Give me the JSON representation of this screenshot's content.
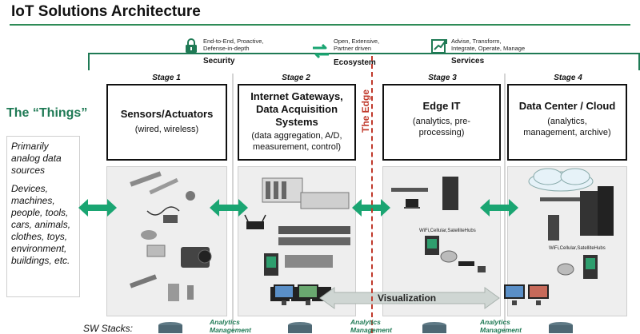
{
  "title": "IoT Solutions Architecture",
  "pillars": {
    "security": {
      "desc": [
        "End-to-End, Proactive,",
        "Defense-in-depth"
      ],
      "name": "Security",
      "icon": "padlock-icon"
    },
    "ecosystem": {
      "desc": [
        "Open, Extensive,",
        "Partner driven"
      ],
      "name": "Ecosystem",
      "icon": "handshake-arrows-icon"
    },
    "services": {
      "desc": [
        "Advise, Transform,",
        "Integrate, Operate, Manage"
      ],
      "name": "Services",
      "icon": "growth-chart-icon"
    }
  },
  "stages": [
    {
      "label": "Stage 1",
      "title_lines": [
        "Sensors/Actuators"
      ],
      "sub_lines": [
        "(wired, wireless)"
      ]
    },
    {
      "label": "Stage 2",
      "title_lines": [
        "Internet Gateways,",
        "Data Acquisition",
        "Systems"
      ],
      "sub_lines": [
        "(data aggregation, A/D,",
        "measurement, control)"
      ]
    },
    {
      "label": "Stage 3",
      "title_lines": [
        "Edge IT"
      ],
      "sub_lines": [
        "(analytics, pre-",
        "processing)"
      ]
    },
    {
      "label": "Stage 4",
      "title_lines": [
        "Data Center / Cloud"
      ],
      "sub_lines": [
        "(analytics,",
        "management, archive)"
      ]
    }
  ],
  "edge_label": "The Edge",
  "things": {
    "heading": "The “Things”",
    "lines": [
      "Primarily",
      "analog data",
      "sources",
      "",
      "Devices,",
      "machines,",
      "people, tools,",
      "cars, animals,",
      "clothes, toys,",
      "environment,",
      "buildings, etc."
    ]
  },
  "wifi_labels": [
    "WiFi,Cellular,SatelliteHubs",
    "WiFi,Cellular,SatelliteHubs"
  ],
  "visualization_label": "Visualization",
  "analytics_labels": [
    [
      "Analytics",
      "Management"
    ],
    [
      "Analytics",
      "Management"
    ],
    [
      "Analytics",
      "Management"
    ]
  ],
  "sw_stacks_label": "SW Stacks:",
  "colors": {
    "accent_green": "#1f7a55",
    "arrow_green": "#1aa572",
    "edge_red": "#c0392b",
    "panel_gray": "#eeeeee"
  }
}
